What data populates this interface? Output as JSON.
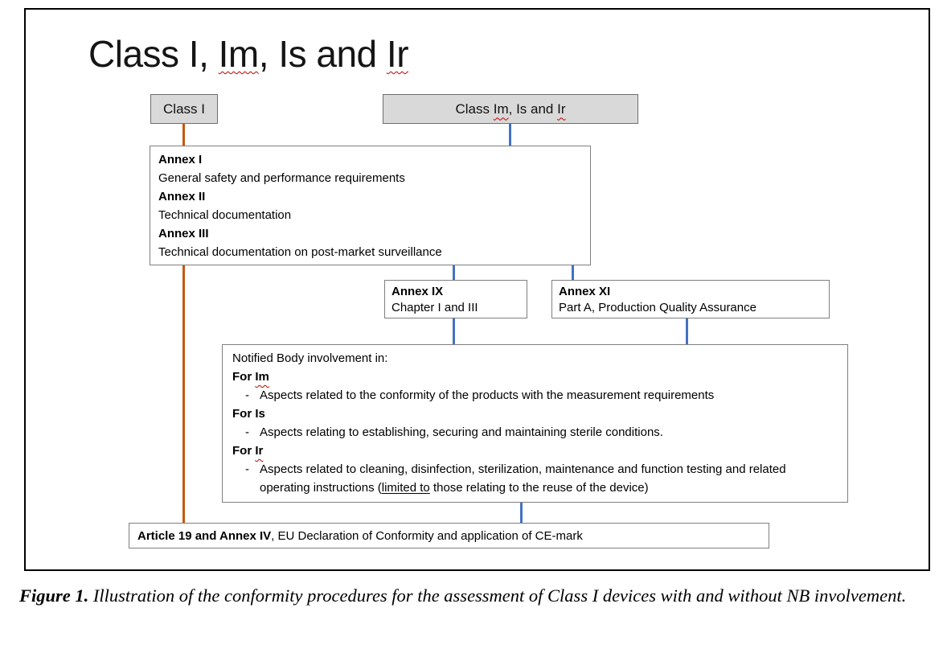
{
  "colors": {
    "connector-blue": "#4472C4",
    "connector-orange": "#C55A11",
    "node-fill": "#D9D9D9",
    "box-border": "#7F7F7F",
    "squiggle-red": "#C00000"
  },
  "title": {
    "part1": "Class I, ",
    "im": "Im",
    "part2": ", Is and ",
    "ir": "Ir"
  },
  "nodes": {
    "class_i": "Class I",
    "class_im": {
      "part1": "Class ",
      "im": "Im",
      "part2": ", Is and ",
      "ir": "Ir"
    }
  },
  "annex_box": {
    "h1": "Annex I",
    "d1": "General safety and performance requirements",
    "h2": "Annex II",
    "d2": "Technical documentation",
    "h3": "Annex III",
    "d3": "Technical documentation on post-market surveillance"
  },
  "annex_ix": {
    "title": "Annex IX",
    "desc": "Chapter I and III"
  },
  "annex_xi": {
    "title": "Annex XI",
    "desc": "Part A, Production Quality Assurance"
  },
  "nb_box": {
    "heading": "Notified Body involvement in:",
    "bullet_char": "-",
    "for_im_prefix": "For ",
    "for_im_term": "Im",
    "im_bullet": "Aspects related to the conformity of the products with the measurement requirements",
    "for_is": "For Is",
    "is_bullet": "Aspects relating to establishing, securing and maintaining sterile conditions.",
    "for_ir_prefix": "For ",
    "for_ir_term": "Ir",
    "ir_bullet_part1": "Aspects related to cleaning, disinfection, sterilization, maintenance and function testing and related operating instructions (",
    "ir_bullet_underlined": "limited to",
    "ir_bullet_part2": " those relating to the reuse of the device)"
  },
  "article_box": {
    "bold": "Article 19 and Annex IV",
    "text": ", EU Declaration of Conformity and application of CE-mark"
  },
  "caption": {
    "label": "Figure 1.",
    "text": " Illustration of the conformity procedures for the assessment of Class I devices with and without NB involvement."
  }
}
